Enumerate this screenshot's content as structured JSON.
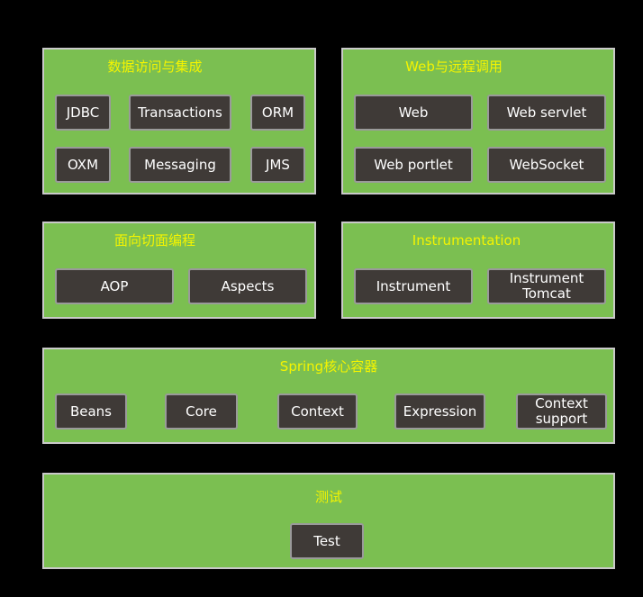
{
  "colors": {
    "background": "#000000",
    "panel": "#7bbf51",
    "panel_border": "#c9c9c9",
    "box": "#3f3a37",
    "box_border": "#9a9a9a",
    "title_text": "#f4f400",
    "box_text": "#ffffff"
  },
  "data_access": {
    "title": "数据访问与集成",
    "jdbc": "JDBC",
    "transactions": "Transactions",
    "orm": "ORM",
    "oxm": "OXM",
    "messaging": "Messaging",
    "jms": "JMS"
  },
  "web": {
    "title": "Web与远程调用",
    "web": "Web",
    "web_servlet": "Web servlet",
    "web_portlet": "Web portlet",
    "websocket": "WebSocket"
  },
  "aop": {
    "title": "面向切面编程",
    "aop": "AOP",
    "aspects": "Aspects"
  },
  "instrumentation": {
    "title": "Instrumentation",
    "instrument": "Instrument",
    "instrument_tomcat": "Instrument\nTomcat"
  },
  "core_container": {
    "title": "Spring核心容器",
    "beans": "Beans",
    "core": "Core",
    "context": "Context",
    "expression": "Expression",
    "context_support": "Context\nsupport"
  },
  "test": {
    "title": "测试",
    "test": "Test"
  }
}
